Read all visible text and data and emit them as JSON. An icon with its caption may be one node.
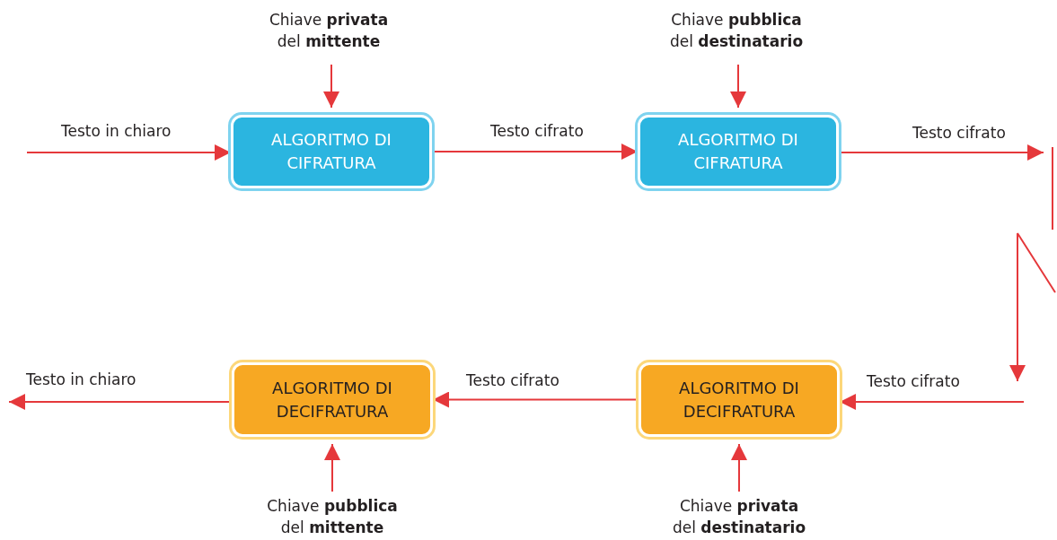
{
  "diagram": {
    "nodes": [
      {
        "text": [
          "Chiave **privata** del **mittente**"
        ]
      },
      {
        "text": [
          "ALGORITMO DI CIFRATURA"
        ]
      },
      {
        "text": [
          "Chiave **pubblica** del **destinatario**"
        ]
      },
      {
        "text": [
          "ALGORITMO DI CIFRATURA"
        ]
      },
      {
        "text": [
          "ALGORITMO DI DECIFRATURA"
        ]
      },
      {
        "text": [
          "ALGORITMO DI DECIFRATURA"
        ]
      },
      {
        "text": [
          "Chiave **pubblica** del **mittente**"
        ]
      },
      {
        "text": [
          "Chiave **privata** del **destinatario**"
        ]
      }
    ],
    "edges": [
      {
        "from": null,
        "to": 1,
        "arrow": "to",
        "label": "Testo in chiaro"
      },
      {
        "from": 0,
        "to": 1,
        "arrow": "to"
      },
      {
        "from": 1,
        "to": 3,
        "arrow": "to",
        "label": "Testo cifrato"
      },
      {
        "from": 2,
        "to": 3,
        "arrow": "to"
      },
      {
        "from": 3,
        "to": null,
        "arrow": "to",
        "label": "Testo cifrato"
      },
      {
        "from": null,
        "to": 5,
        "arrow": "to",
        "label": "Testo cifrato"
      },
      {
        "from": 7,
        "to": 5,
        "arrow": "to"
      },
      {
        "from": 5,
        "to": 4,
        "arrow": "to",
        "label": "Testo cifrato"
      },
      {
        "from": 6,
        "to": 4,
        "arrow": "to"
      },
      {
        "from": 4,
        "to": null,
        "arrow": "to",
        "label": "Testo in chiaro"
      }
    ]
  }
}
